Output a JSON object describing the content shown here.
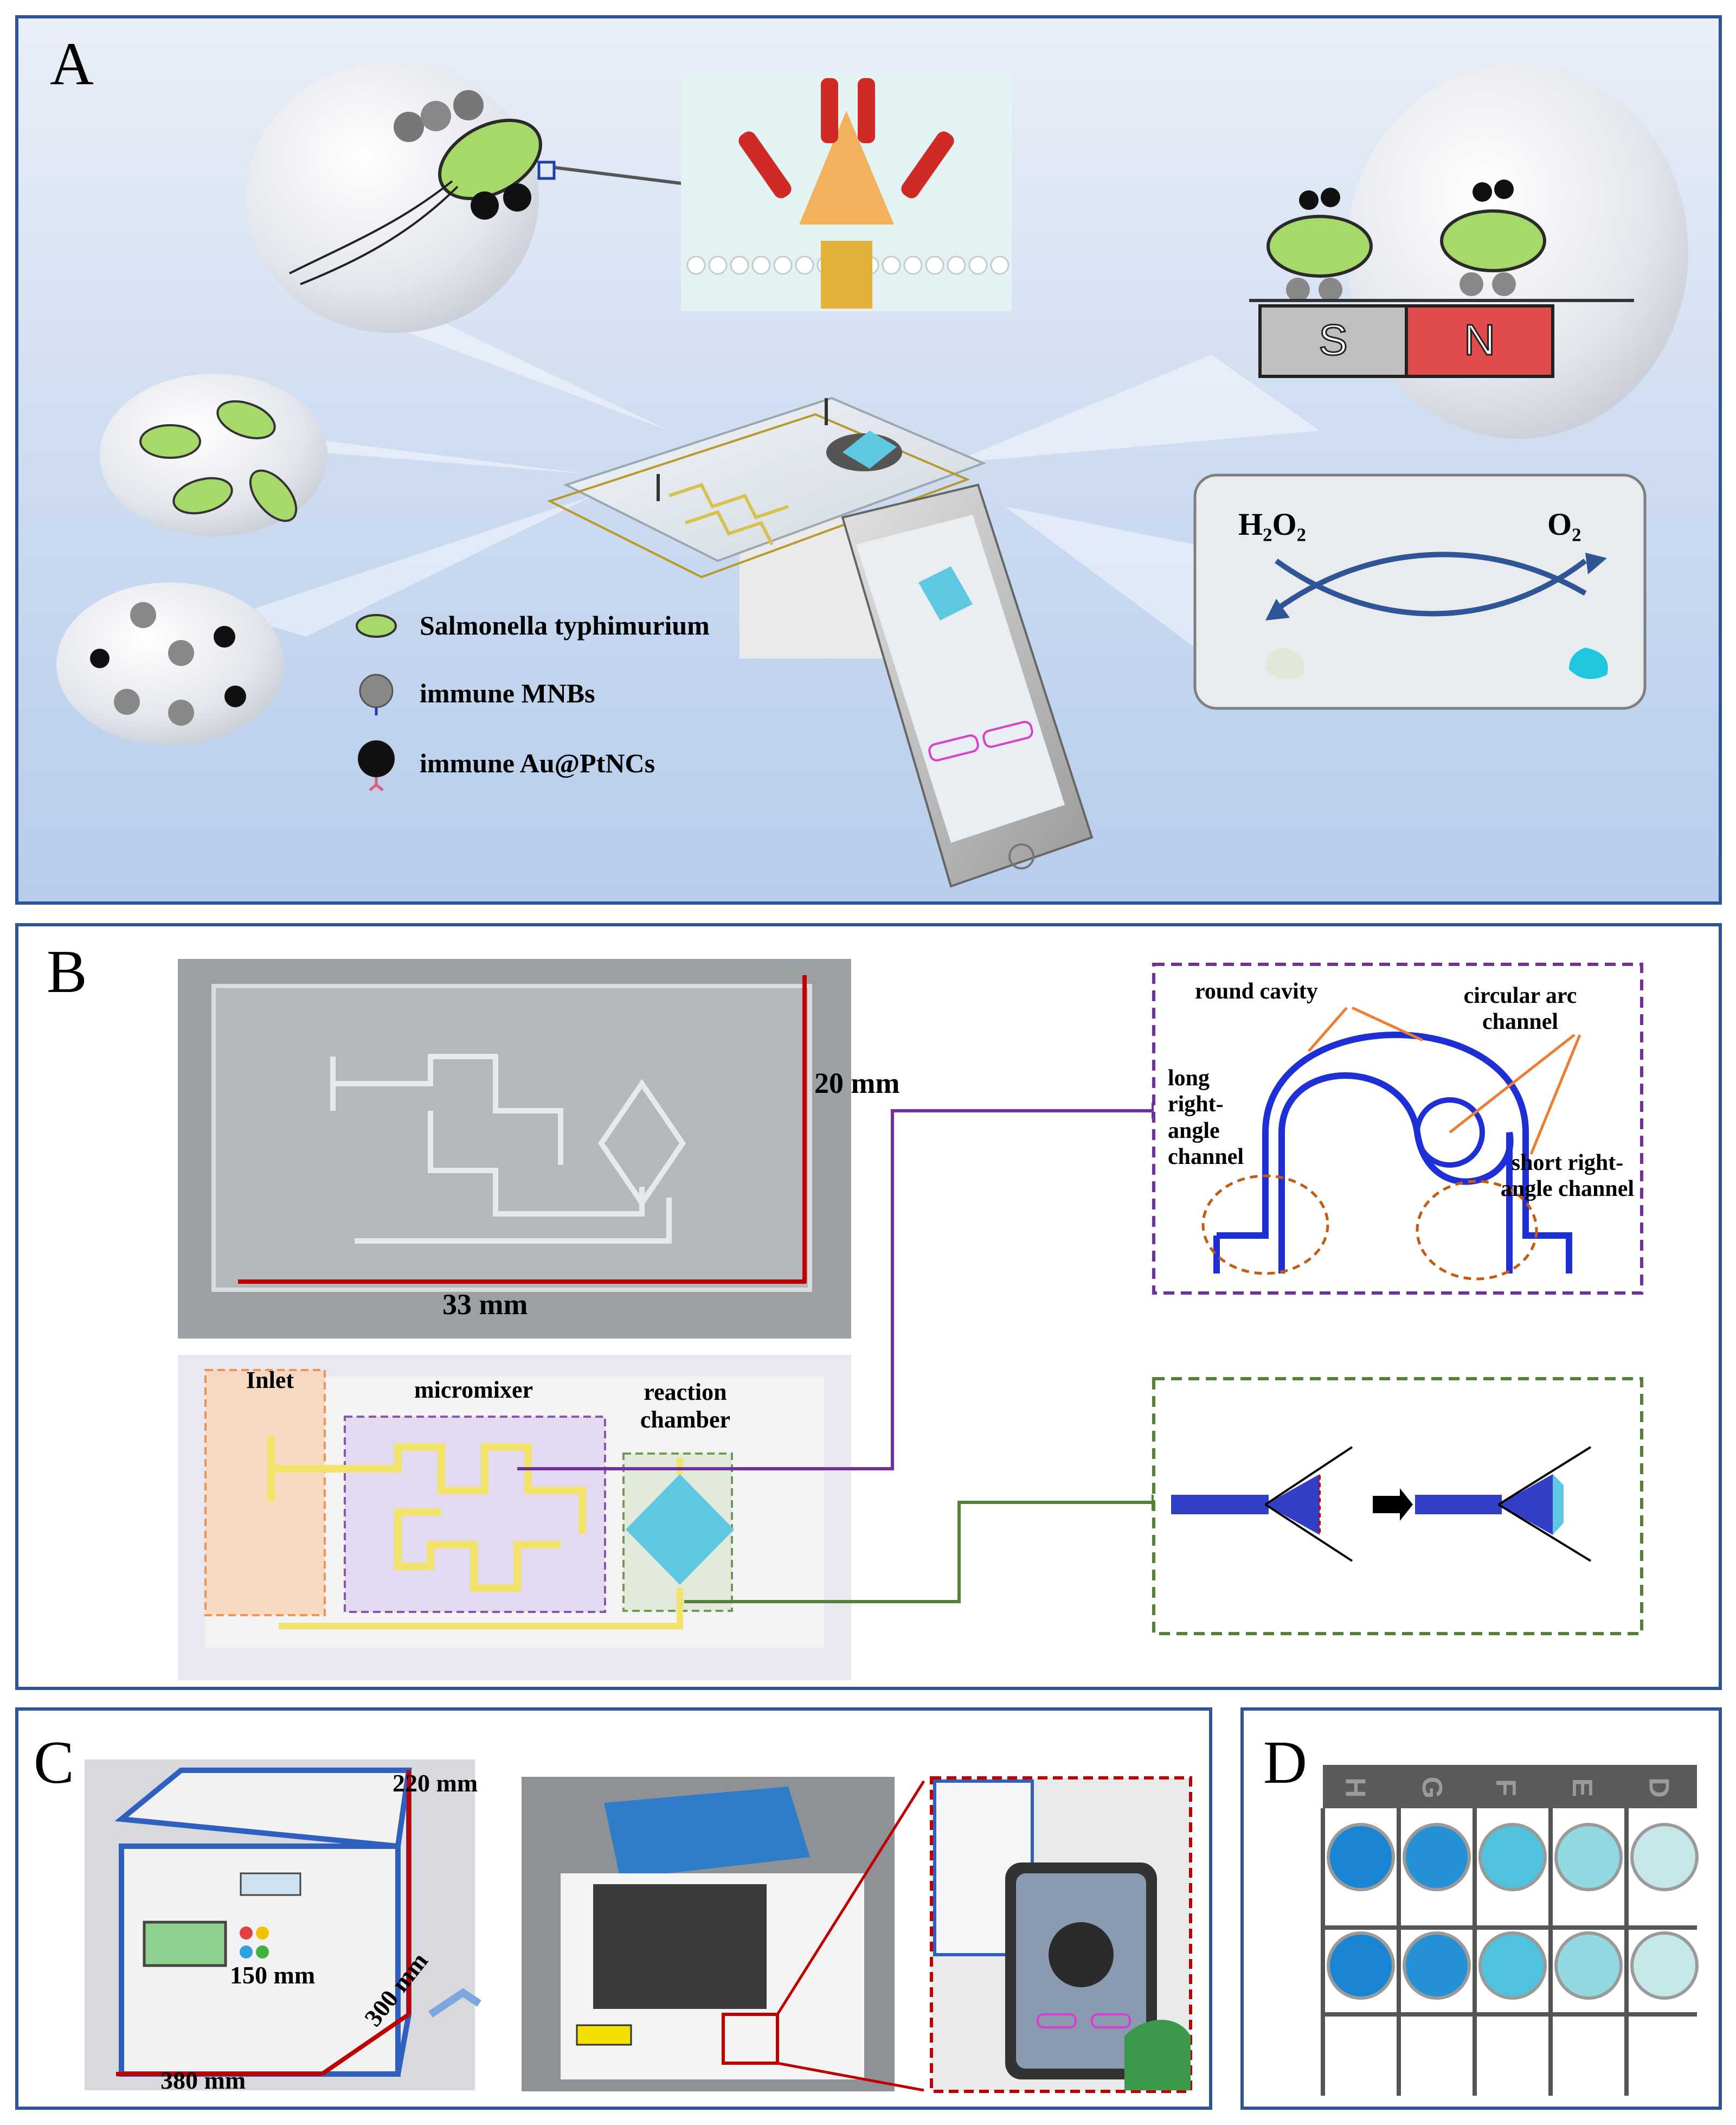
{
  "panels": {
    "a": {
      "letter": "A",
      "legend": [
        {
          "icon": "bacterium-icon",
          "label": "Salmonella typhimurium"
        },
        {
          "icon": "mnb-icon",
          "label": "immune MNBs"
        },
        {
          "icon": "nanocluster-icon",
          "label": "immune Au@PtNCs"
        }
      ],
      "reaction": {
        "reactant": "H₂O₂",
        "product": "O₂"
      },
      "magnet": {
        "south": "S",
        "north": "N"
      }
    },
    "b": {
      "letter": "B",
      "chip_height": "20 mm",
      "chip_width": "33 mm",
      "zones": {
        "inlet": "Inlet",
        "micromixer": "micromixer",
        "reaction_chamber": "reaction chamber"
      },
      "detail_labels": {
        "round_cavity": "round cavity",
        "circular_arc_channel": "circular arc channel",
        "long_right_angle_channel": "long right-angle channel",
        "short_right_angle_channel": "short right-angle channel"
      }
    },
    "c": {
      "letter": "C",
      "dim_height": "220 mm",
      "dim_inner": "150 mm",
      "dim_length": "380 mm",
      "dim_depth": "300 mm"
    },
    "d": {
      "letter": "D",
      "plate_rows": [
        "H",
        "G",
        "F",
        "E",
        "D"
      ]
    }
  },
  "colors": {
    "frame": "#2f5597",
    "channel_yellow": "#f2e36b",
    "chamber_cyan": "#5ec8e0",
    "channel_blue": "#1f2fd6",
    "arrow_purple": "#7030a0",
    "arrow_green": "#548235",
    "dim_red": "#c00000",
    "arrow_orange": "#ed7d31"
  }
}
